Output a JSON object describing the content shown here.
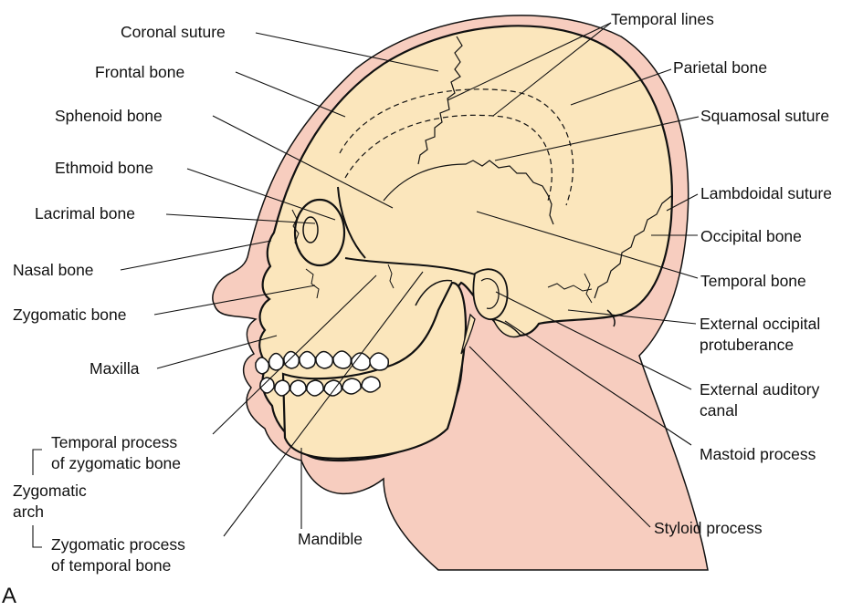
{
  "figure": {
    "panel_letter": "A",
    "colors": {
      "skin": "#f7cdbf",
      "bone": "#fbe6bc",
      "outline": "#111111"
    },
    "labels": {
      "coronal_suture": "Coronal suture",
      "frontal_bone": "Frontal bone",
      "sphenoid_bone": "Sphenoid bone",
      "ethmoid_bone": "Ethmoid bone",
      "lacrimal_bone": "Lacrimal bone",
      "nasal_bone": "Nasal bone",
      "zygomatic_bone": "Zygomatic bone",
      "maxilla": "Maxilla",
      "temporal_process_1": "Temporal process",
      "temporal_process_2": "of zygomatic bone",
      "zygomatic_arch_1": "Zygomatic",
      "zygomatic_arch_2": "arch",
      "zygomatic_process_1": "Zygomatic process",
      "zygomatic_process_2": "of temporal bone",
      "mandible": "Mandible",
      "temporal_lines": "Temporal lines",
      "parietal_bone": "Parietal bone",
      "squamosal_suture": "Squamosal suture",
      "lambdoidal_suture": "Lambdoidal suture",
      "occipital_bone": "Occipital bone",
      "temporal_bone": "Temporal bone",
      "external_occipital_1": "External occipital",
      "external_occipital_2": "protuberance",
      "external_auditory_1": "External auditory",
      "external_auditory_2": "canal",
      "mastoid_process": "Mastoid process",
      "styloid_process": "Styloid process"
    }
  }
}
